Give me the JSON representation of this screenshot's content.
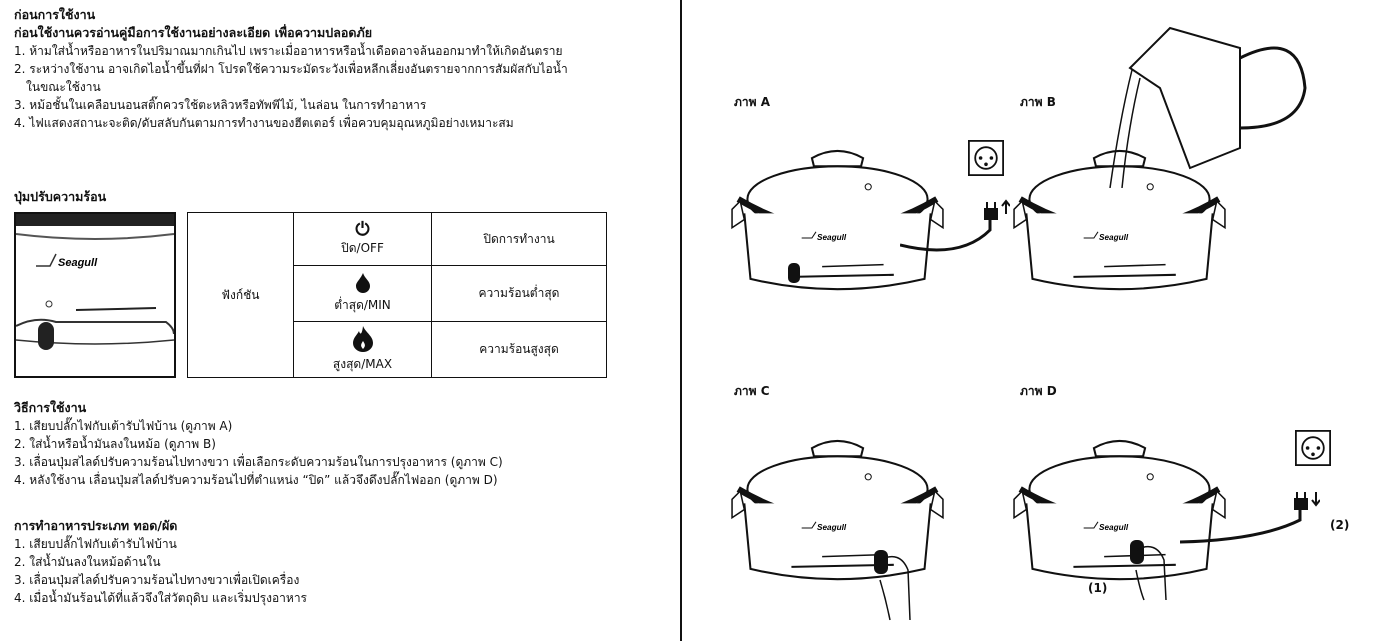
{
  "before_use": {
    "title": "ก่อนการใช้งาน",
    "subtitle": "ก่อนใช้งานควรอ่านคู่มือการใช้งานอย่างละเอียด เพื่อความปลอดภัย",
    "items": [
      "1. ห้ามใส่น้ำหรืออาหารในปริมาณมากเกินไป เพราะเมื่ออาหารหรือน้ำเดือดอาจล้นออกมาทำให้เกิดอันตราย",
      "2. ระหว่างใช้งาน อาจเกิดไอน้ำขึ้นที่ฝา โปรดใช้ความระมัดระวังเพื่อหลีกเลี่ยงอันตรายจากการสัมผัสกับไอน้ำ",
      "ในขณะใช้งาน",
      "3. หม้อชั้นในเคลือบนอนสติ๊กควรใช้ตะหลิวหรือทัพพีไม้, ไนล่อน ในการทำอาหาร",
      "4. ไฟแสดงสถานะจะติด/ดับสลับกันตามการทำงานของฮีตเตอร์ เพื่อควบคุมอุณหภูมิอย่างเหมาะสม"
    ]
  },
  "heat_knob": {
    "title": "ปุ่มปรับความร้อน",
    "brand": "Seagull",
    "function_label": "ฟังก์ชัน",
    "rows": [
      {
        "icon": "power-icon",
        "setting": "ปิด/OFF",
        "desc": "ปิดการทำงาน"
      },
      {
        "icon": "flame-small-icon",
        "setting": "ต่ำสุด/MIN",
        "desc": "ความร้อนต่ำสุด"
      },
      {
        "icon": "flame-large-icon",
        "setting": "สูงสุด/MAX",
        "desc": "ความร้อนสูงสุด"
      }
    ]
  },
  "how_to_use": {
    "title": "วิธีการใช้งาน",
    "items": [
      "1. เสียบปลั๊กไฟกับเต้ารับไฟบ้าน  (ดูภาพ A)",
      "2. ใส่น้ำหรือน้ำมันลงในหม้อ (ดูภาพ B)",
      "3. เลื่อนปุ่มสไลด์ปรับความร้อนไปทางขวา เพื่อเลือกระดับความร้อนในการปรุงอาหาร (ดูภาพ C)",
      "4. หลังใช้งาน เลื่อนปุ่มสไลด์ปรับความร้อนไปที่ตำแหน่ง “ปิด” แล้วจึงดึงปลั๊กไฟออก (ดูภาพ D)"
    ]
  },
  "frying": {
    "title": "การทำอาหารประเภท ทอด/ผัด",
    "items": [
      "1. เสียบปลั๊กไฟกับเต้ารับไฟบ้าน",
      "2. ใส่น้ำมันลงในหม้อด้านใน",
      "3. เลื่อนปุ่มสไลด์ปรับความร้อนไปทางขวาเพื่อเปิดเครื่อง",
      "4. เมื่อน้ำมันร้อนได้ที่แล้วจึงใส่วัตถุดิบ และเริ่มปรุงอาหาร"
    ]
  },
  "figures": {
    "a": "ภาพ A",
    "b": "ภาพ B",
    "c": "ภาพ C",
    "d": "ภาพ D",
    "step1": "(1)",
    "step2": "(2)",
    "brand": "Seagull"
  }
}
